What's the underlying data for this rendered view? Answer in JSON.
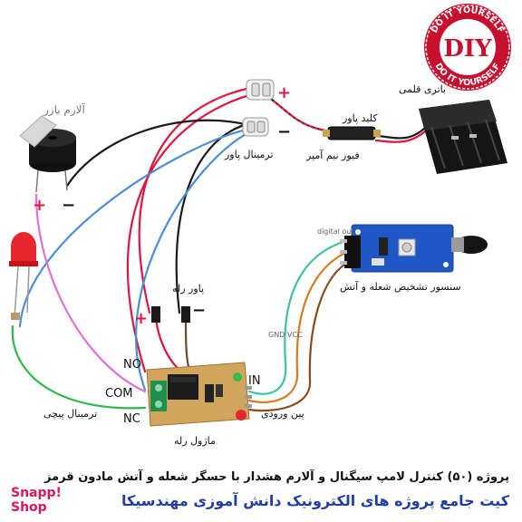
{
  "logo": {
    "center": "DIY",
    "ring_top": "DO IT YOURSELF",
    "ring_bottom": "DO IT YOURSELF"
  },
  "labels": {
    "battery": "باتری قلمی",
    "power_switch": "کلید پاور",
    "fuse": "فیوز نیم آمپر",
    "power_terminal": "ترمینال پاور",
    "buzzer": "آلارم بازر",
    "relay_power": "پاور رله",
    "flame_sensor": "سنسور تشخیص شعله و آتش",
    "digital_out": "digital out",
    "gnd_vcc": "GND VCC",
    "input_pins": "پین ورودی",
    "screw_terminal": "ترمینال پیچی",
    "relay_module": "ماژول رله",
    "in_pin": "IN"
  },
  "terminals": {
    "no": "NO",
    "com": "COM",
    "nc": "NC"
  },
  "signs": {
    "plus": "+",
    "minus": "−"
  },
  "footer": {
    "line1": "پروژه (۵۰) کنترل لامپ سیگنال و آلارم هشدار با حسگر شعله و آتش مادون قرمز",
    "line2": "کیت جامع پروژه های الکترونیک دانش آموزی مهندسیکا",
    "shop_a": "Snapp!",
    "shop_b": "Shop"
  },
  "colors": {
    "red": "#e0143c",
    "blue_title": "#1f3fa6",
    "pcb": "#d1a55c"
  }
}
